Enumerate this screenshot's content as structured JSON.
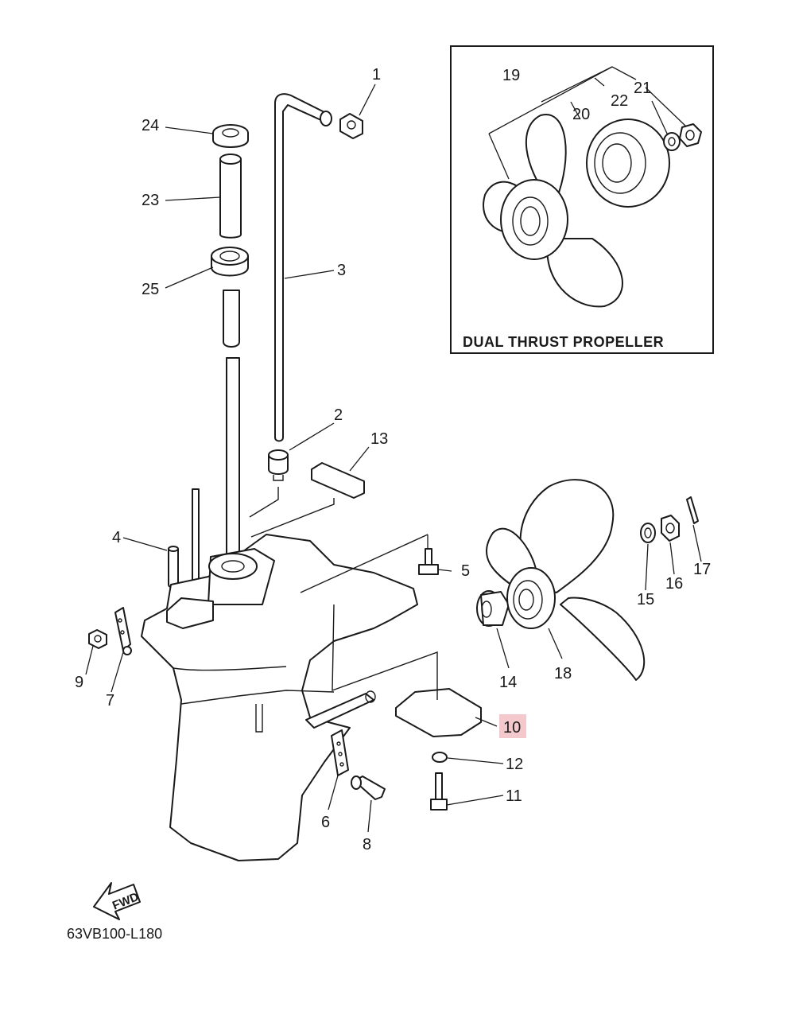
{
  "inset": {
    "title": "DUAL THRUST PROPELLER"
  },
  "diagram_code": "63VB100-L180",
  "fwd_label": "FWD",
  "highlight_color": "#f4c9cd",
  "parts": [
    {
      "id": "p1",
      "number": "1"
    },
    {
      "id": "p2",
      "number": "2"
    },
    {
      "id": "p3",
      "number": "3"
    },
    {
      "id": "p4",
      "number": "4"
    },
    {
      "id": "p5",
      "number": "5"
    },
    {
      "id": "p6",
      "number": "6"
    },
    {
      "id": "p7",
      "number": "7"
    },
    {
      "id": "p8",
      "number": "8"
    },
    {
      "id": "p9",
      "number": "9"
    },
    {
      "id": "p10",
      "number": "10",
      "highlighted": true
    },
    {
      "id": "p11",
      "number": "11"
    },
    {
      "id": "p12",
      "number": "12"
    },
    {
      "id": "p13",
      "number": "13"
    },
    {
      "id": "p14",
      "number": "14"
    },
    {
      "id": "p15",
      "number": "15"
    },
    {
      "id": "p16",
      "number": "16"
    },
    {
      "id": "p17",
      "number": "17"
    },
    {
      "id": "p18",
      "number": "18"
    },
    {
      "id": "p19",
      "number": "19"
    },
    {
      "id": "p20",
      "number": "20"
    },
    {
      "id": "p21",
      "number": "21"
    },
    {
      "id": "p22",
      "number": "22"
    },
    {
      "id": "p23",
      "number": "23"
    },
    {
      "id": "p24",
      "number": "24"
    },
    {
      "id": "p25",
      "number": "25"
    }
  ]
}
